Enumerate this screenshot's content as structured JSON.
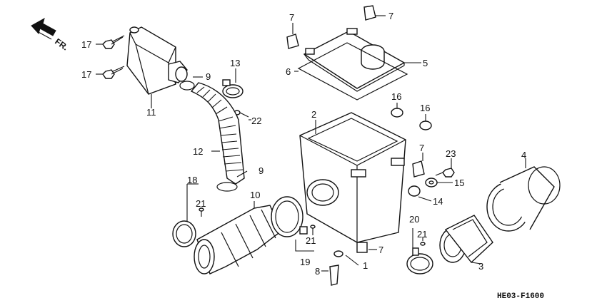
{
  "front_arrow": {
    "label": "FR."
  },
  "diagram_code": "HE03-F1600",
  "callouts": {
    "c1": "1",
    "c2": "2",
    "c3": "3",
    "c4": "4",
    "c5": "5",
    "c6": "6",
    "c7a": "7",
    "c7b": "7",
    "c7c": "7",
    "c7d": "7",
    "c8": "8",
    "c9a": "9",
    "c9b": "9",
    "c10": "10",
    "c11": "11",
    "c12": "12",
    "c13": "13",
    "c14": "14",
    "c15": "15",
    "c16a": "16",
    "c16b": "16",
    "c17a": "17",
    "c17b": "17",
    "c18": "18",
    "c19": "19",
    "c20": "20",
    "c21a": "21",
    "c21b": "21",
    "c21c": "21",
    "c22": "22",
    "c23": "23"
  }
}
